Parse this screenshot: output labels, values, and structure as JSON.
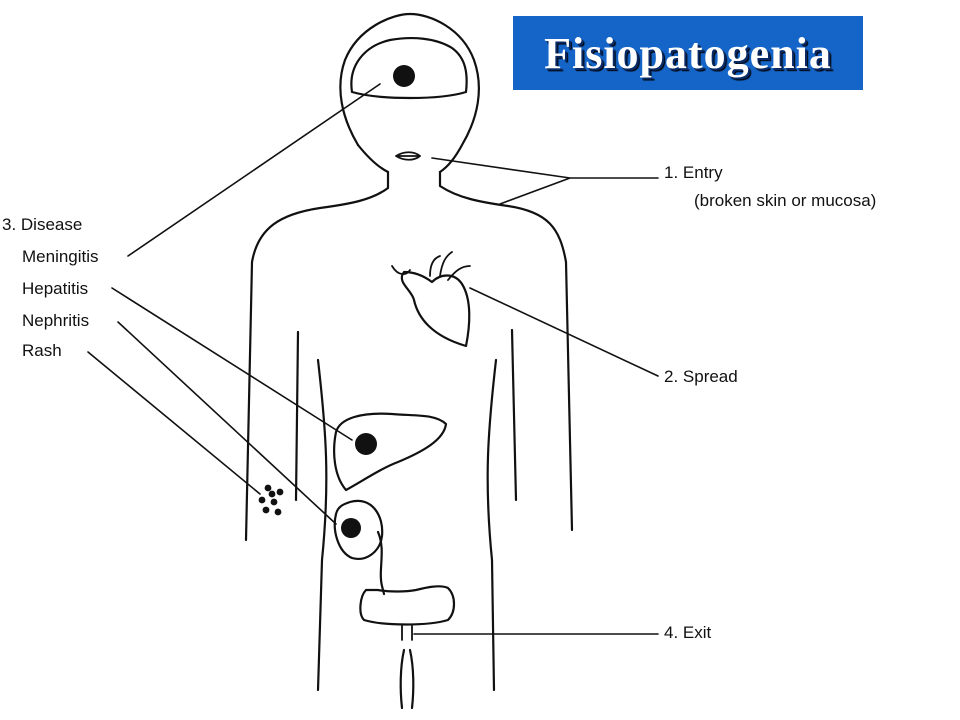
{
  "title": "Fisiopatogenia",
  "colors": {
    "title_bg": "#1565c8",
    "title_text": "#ffffff",
    "line": "#111111"
  },
  "labels": {
    "entry": "1. Entry",
    "entry_detail": "(broken skin or mucosa)",
    "spread": "2. Spread",
    "disease": "3. Disease",
    "meningitis": "Meningitis",
    "hepatitis": "Hepatitis",
    "nephritis": "Nephritis",
    "rash": "Rash",
    "exit": "4. Exit"
  }
}
